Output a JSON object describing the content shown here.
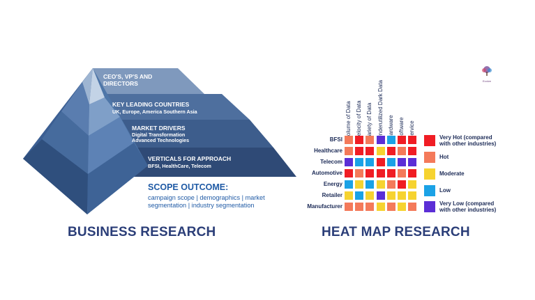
{
  "pyramid": {
    "tiers": [
      {
        "title": "CEO'S, VP'S  AND",
        "title2": "DIRECTORS"
      },
      {
        "title": "KEY LEADING COUNTRIES",
        "sub": "UK, Europe, America Southern Asia"
      },
      {
        "title": "MARKET DRIVERS",
        "sub": "Digital Transformation",
        "sub2": "Advanced Technologies"
      },
      {
        "title": "VERTICALS FOR APPROACH",
        "sub": "BFSI, HealthCare, Telecom"
      }
    ],
    "scope_title": "SCOPE OUTCOME:",
    "scope_text": "campaign scope | demographics | market segmentation | industry segmentation",
    "section_title": "BUSINESS RESEARCH"
  },
  "heatmap": {
    "section_title": "HEAT MAP RESEARCH",
    "columns": [
      "Volume of Data",
      "Velocity of Data",
      "Variety of Data",
      "Underutilized Dark Data",
      "Hardware",
      "Software",
      "Service"
    ],
    "rows": [
      {
        "label": "BFSI",
        "cells": [
          "hot",
          "very_hot",
          "hot",
          "very_low",
          "low",
          "very_hot",
          "very_hot"
        ]
      },
      {
        "label": "Healthcare",
        "cells": [
          "hot",
          "very_hot",
          "very_hot",
          "moderate",
          "very_hot",
          "hot",
          "very_hot"
        ]
      },
      {
        "label": "Telecom",
        "cells": [
          "very_low",
          "low",
          "low",
          "very_hot",
          "low",
          "very_low",
          "very_low"
        ]
      },
      {
        "label": "Automotive",
        "cells": [
          "very_hot",
          "hot",
          "very_hot",
          "very_hot",
          "very_hot",
          "hot",
          "very_hot"
        ]
      },
      {
        "label": "Energy",
        "cells": [
          "low",
          "moderate",
          "low",
          "moderate",
          "hot",
          "very_hot",
          "moderate"
        ]
      },
      {
        "label": "Retailer",
        "cells": [
          "moderate",
          "low",
          "moderate",
          "very_low",
          "moderate",
          "moderate",
          "moderate"
        ]
      },
      {
        "label": "Manufacturer",
        "cells": [
          "hot",
          "hot",
          "hot",
          "moderate",
          "hot",
          "moderate",
          "hot"
        ]
      }
    ],
    "colors": {
      "very_hot": "#f01d24",
      "hot": "#f47a5a",
      "moderate": "#f6d330",
      "low": "#1ba2e6",
      "very_low": "#5b2ed6"
    },
    "legend": [
      {
        "key": "very_hot",
        "label": "Very Hot (compared",
        "label2": "with other industries)"
      },
      {
        "key": "hot",
        "label": "Hot"
      },
      {
        "key": "moderate",
        "label": "Moderate"
      },
      {
        "key": "low",
        "label": "Low"
      },
      {
        "key": "very_low",
        "label": "Very Low (compared",
        "label2": "with other industries)"
      }
    ]
  },
  "logo": {
    "name": "Evolve"
  }
}
